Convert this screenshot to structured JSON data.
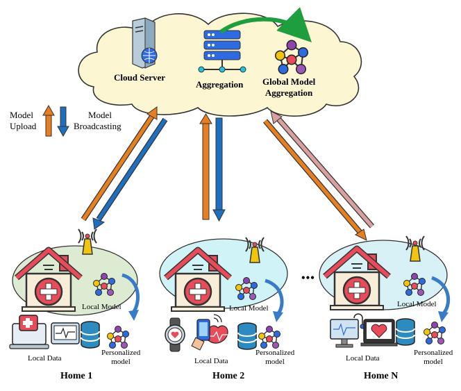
{
  "cloud": {
    "server_label": "Cloud Server",
    "aggregation_label": "Aggregation",
    "global_label_line1": "Global Model",
    "global_label_line2": "Aggregation"
  },
  "legend": {
    "upload_line1": "Model",
    "upload_line2": "Upload",
    "broadcast_line1": "Model",
    "broadcast_line2": "Broadcasting"
  },
  "ellipsis": "•••",
  "homes": [
    {
      "title": "Home 1",
      "local_model": "Local Model",
      "local_data": "Local Data",
      "personalized_line1": "Personalized",
      "personalized_line2": "model"
    },
    {
      "title": "Home 2",
      "local_model": "Local Model",
      "local_data": "Local Data",
      "personalized_line1": "Personalized",
      "personalized_line2": "model"
    },
    {
      "title": "Home N",
      "local_model": "Local Model",
      "local_data": "Local Data",
      "personalized_line1": "Personalized",
      "personalized_line2": "model"
    }
  ],
  "colors": {
    "upload": "#E67E22",
    "broadcast": "#1F6FC0",
    "upload_faded": "#D9A0A0",
    "cloud_fill": "#FCF6D2",
    "home1_fill": "#DCEBD2",
    "home2_fill": "#CFF3F7",
    "homeN_fill": "#D8F1F7",
    "house_red": "#E84C5A",
    "house_wall": "#F7EDD8",
    "network_blue": "#2E6BE0",
    "network_purple": "#8E44AD"
  }
}
